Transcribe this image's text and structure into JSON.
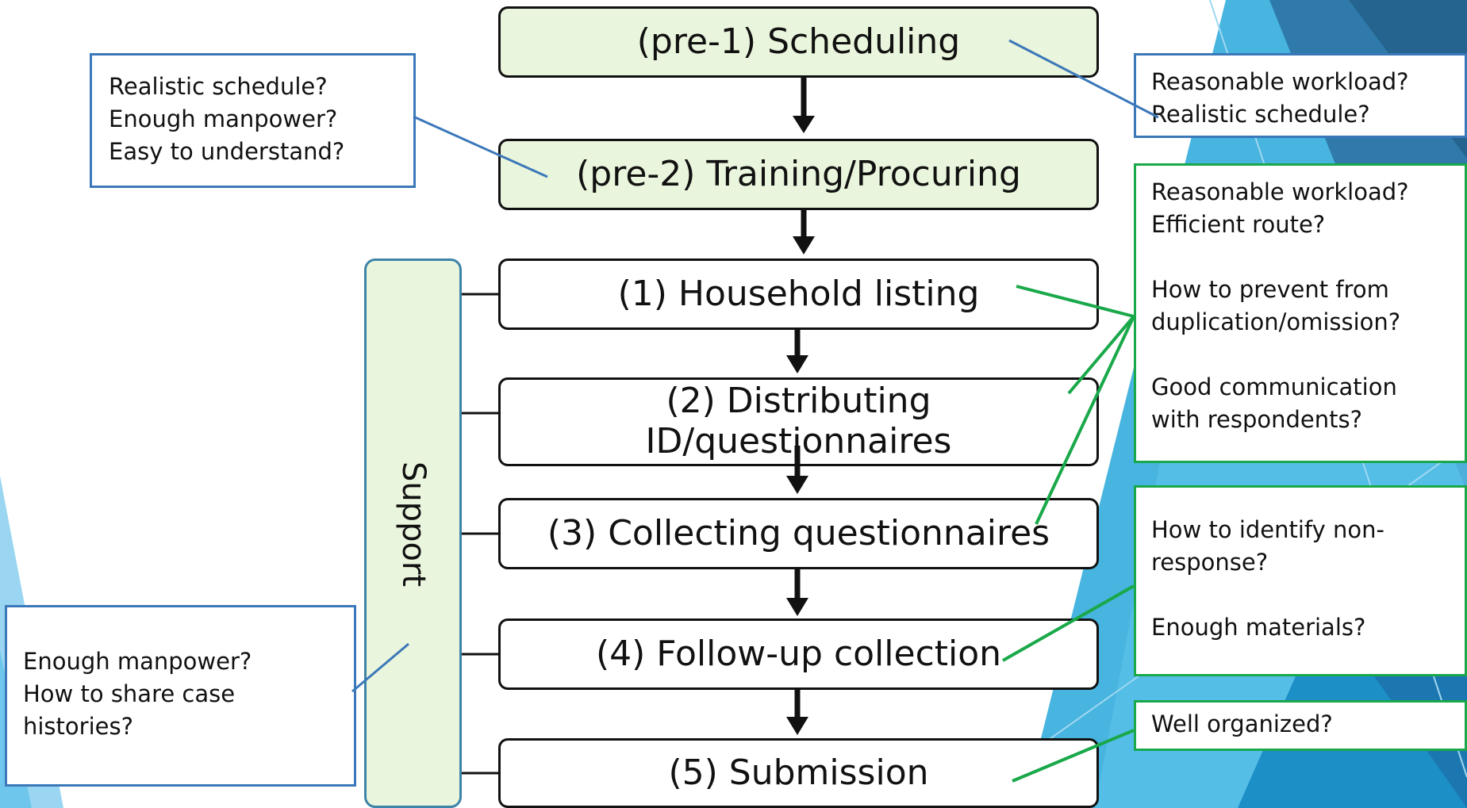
{
  "steps": [
    {
      "label": "(pre-1) Scheduling"
    },
    {
      "label": "(pre-2) Training/Procuring"
    },
    {
      "label": "(1) Household listing"
    },
    {
      "label": "(2) Distributing ID/questionnaires"
    },
    {
      "label": "(3) Collecting questionnaires"
    },
    {
      "label": "(4) Follow-up collection"
    },
    {
      "label": "(5) Submission"
    }
  ],
  "support": {
    "label": "Support"
  },
  "notes": {
    "left_top": [
      "Realistic schedule?",
      "Enough manpower?",
      "Easy to understand?"
    ],
    "left_bottom": [
      "Enough manpower?",
      "How to share case",
      "histories?"
    ],
    "right_1": [
      "Reasonable workload?",
      "Realistic schedule?"
    ],
    "right_2": [
      "Reasonable workload?",
      "Efficient route?",
      "How to prevent from",
      "duplication/omission?",
      "Good communication",
      "with respondents?"
    ],
    "right_3": [
      "How to identify non-",
      "response?",
      "Enough materials?"
    ],
    "right_4": [
      "Well organized?"
    ]
  },
  "colors": {
    "pre_fill": "#e9f5dc",
    "blue_note": "#3b78b9",
    "green_note": "#19a84a",
    "deco_dark": "#2b6f9c",
    "deco_light": "#49b6e2"
  }
}
